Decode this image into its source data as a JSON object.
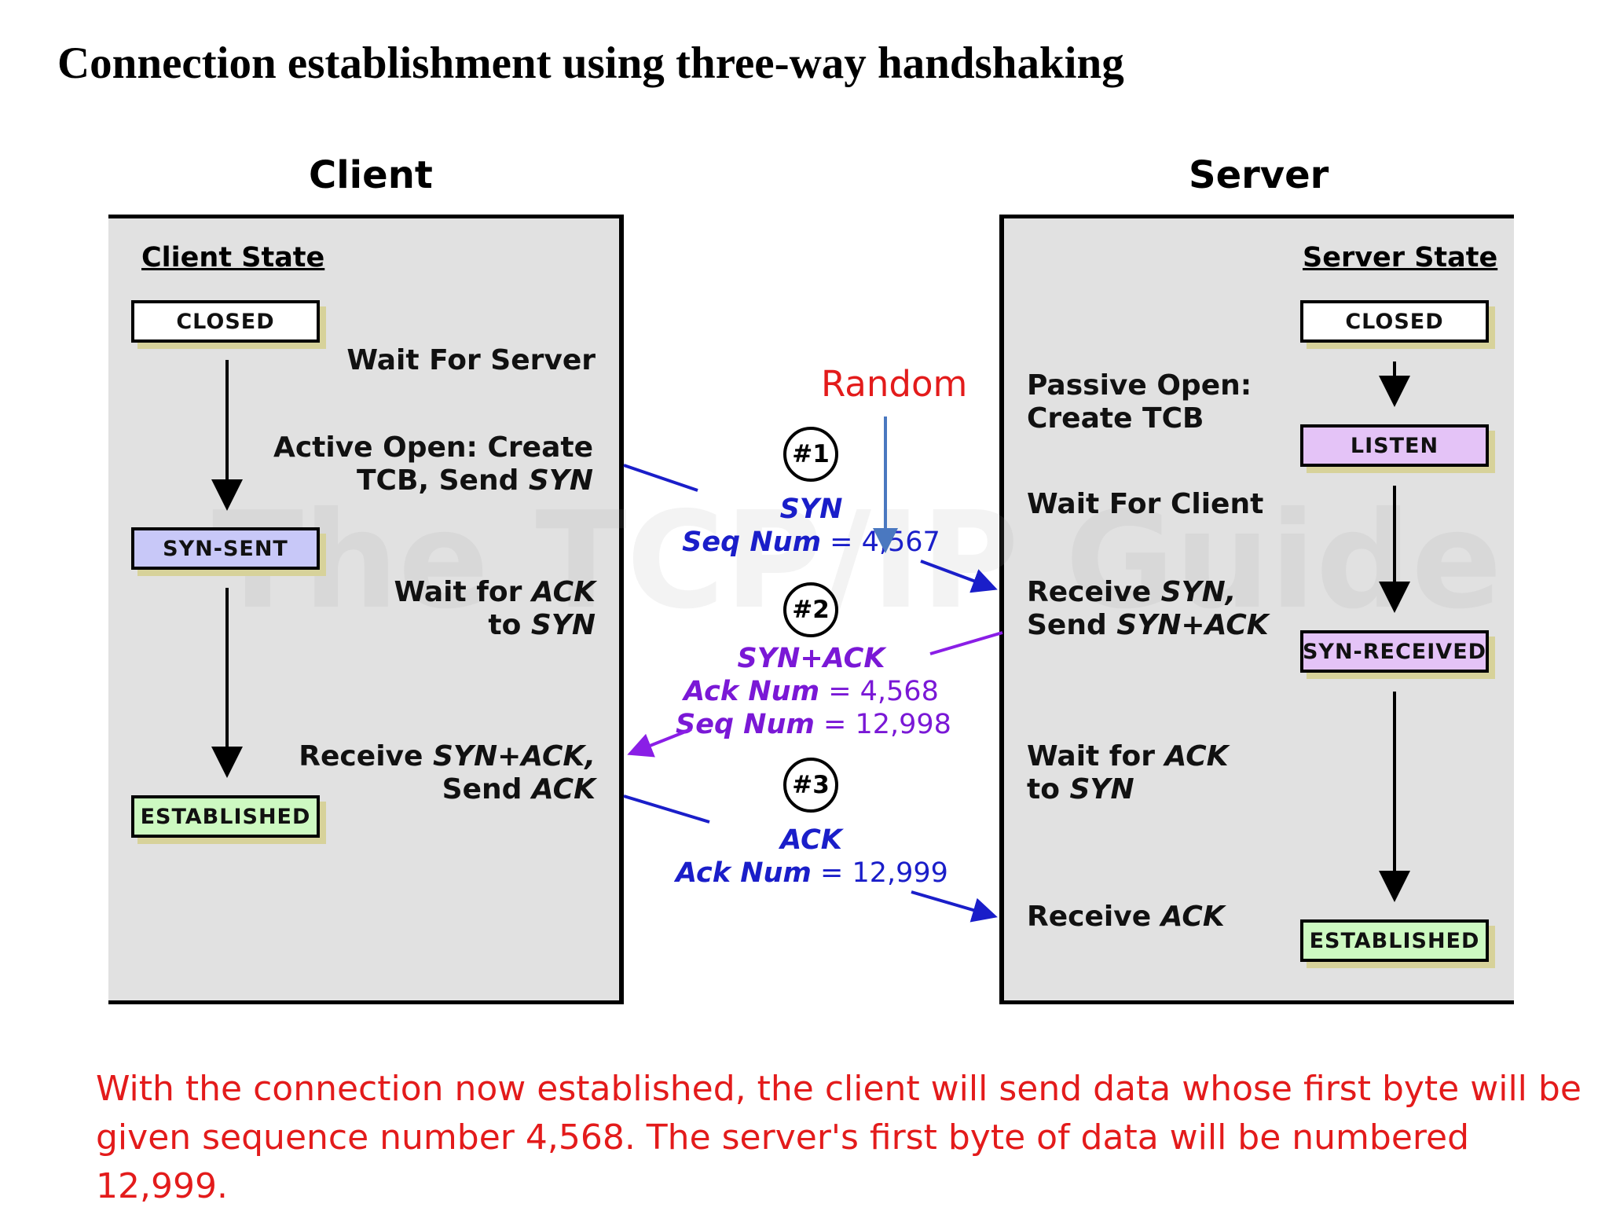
{
  "title": "Connection establishment using three-way handshaking",
  "client": {
    "heading": "Client",
    "panel_title": "Client State",
    "states": [
      "CLOSED",
      "SYN-SENT",
      "ESTABLISHED"
    ],
    "steps": {
      "wait_server": "Wait For Server",
      "active_open_1": "Active Open: Create",
      "active_open_2a": "TCB, Send ",
      "active_open_2b": "SYN",
      "wait_ack_1a": "Wait for ",
      "wait_ack_1b": "ACK",
      "wait_ack_2a": "to ",
      "wait_ack_2b": "SYN",
      "receive_1a": "Receive ",
      "receive_1b": "SYN+ACK,",
      "receive_2a": "Send ",
      "receive_2b": "ACK"
    }
  },
  "server": {
    "heading": "Server",
    "panel_title": "Server State",
    "states": [
      "CLOSED",
      "LISTEN",
      "SYN-RECEIVED",
      "ESTABLISHED"
    ],
    "steps": {
      "passive_1": "Passive Open:",
      "passive_2": "Create TCB",
      "wait_client": "Wait For Client",
      "receive_1a": "Receive ",
      "receive_1b": "SYN,",
      "send_2a": "Send ",
      "send_2b": "SYN+ACK",
      "wait_ack_1a": "Wait for ",
      "wait_ack_1b": "ACK",
      "wait_ack_2a": "to ",
      "wait_ack_2b": "SYN",
      "receive_ack_a": "Receive ",
      "receive_ack_b": "ACK"
    }
  },
  "messages": [
    {
      "num": "#1",
      "name": "SYN",
      "line1a": "Seq Num",
      "line1b": " = 4,567"
    },
    {
      "num": "#2",
      "name": "SYN+ACK",
      "line1a": "Ack Num",
      "line1b": " = 4,568",
      "line2a": "Seq Num",
      "line2b": " = 12,998"
    },
    {
      "num": "#3",
      "name": "ACK",
      "line1a": "Ack Num",
      "line1b": " = 12,999"
    }
  ],
  "annotation": "Random",
  "watermark": "The TCP/IP Guide",
  "footnote": "With the connection now established, the client will send data whose first byte will be given sequence number 4,568. The server's first byte of data will be numbered 12,999.",
  "colors": {
    "closed": "#ffffff",
    "syn_sent": "#c8c8f8",
    "listen": "#e4c3f7",
    "syn_received": "#e4c3f7",
    "established": "#cdf9c1",
    "blue_arrow": "#1a1ec9",
    "purple_arrow": "#8a1ee6",
    "annotation": "#e31b1b"
  }
}
